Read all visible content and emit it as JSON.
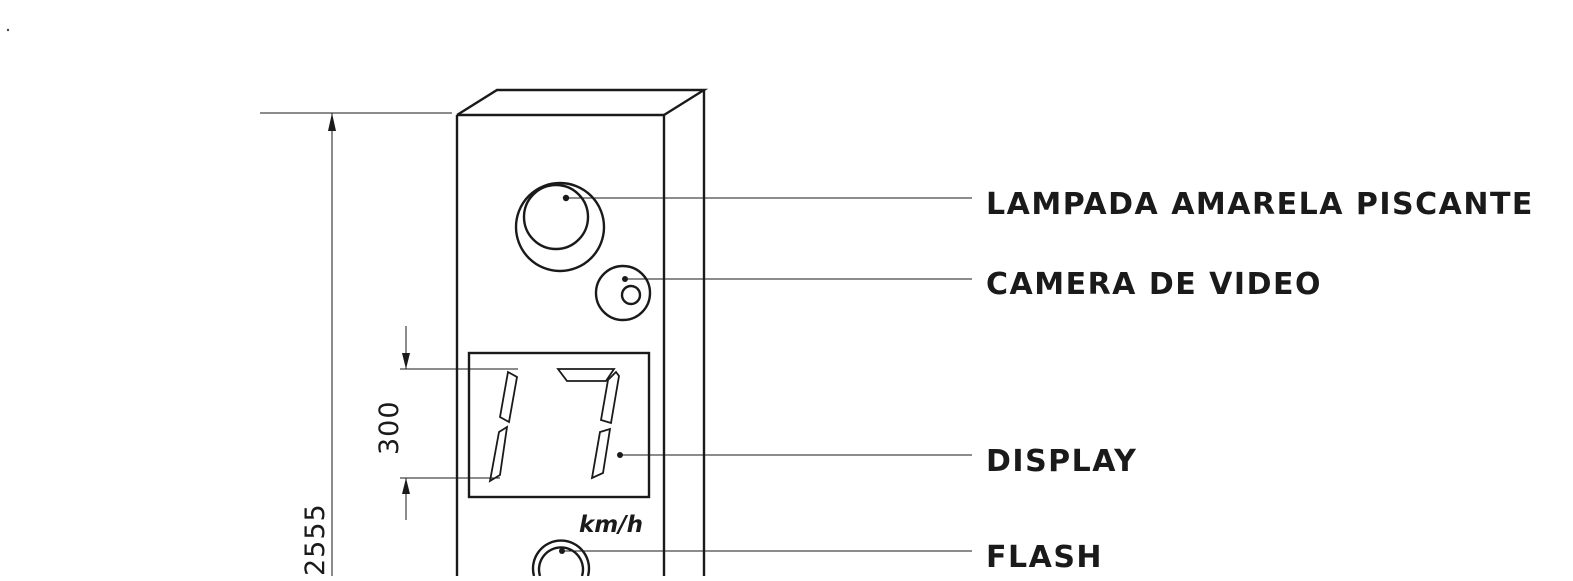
{
  "callouts": {
    "lamp": "LAMPADA AMARELA PISCANTE",
    "camera": "CAMERA DE VIDEO",
    "display": "DISPLAY",
    "flash": "FLASH"
  },
  "display": {
    "reading": "17",
    "unit": "km/h"
  },
  "dimensions": {
    "display_height": "300",
    "total_height": "2555"
  }
}
